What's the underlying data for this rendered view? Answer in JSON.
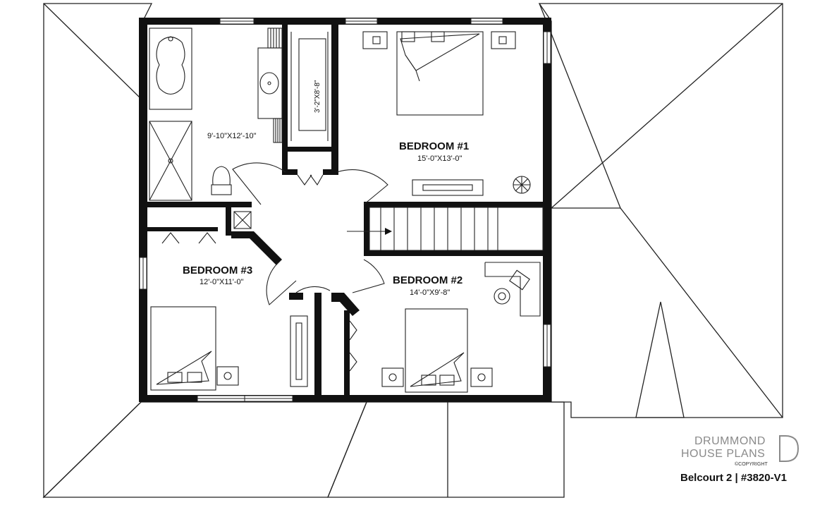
{
  "rooms": {
    "bath": {
      "dims": "9'-10\"X12'-10\""
    },
    "closet": {
      "dims": "3'-2\"X8'-8\""
    },
    "bedroom1": {
      "name": "BEDROOM #1",
      "dims": "15'-0\"X13'-0\""
    },
    "bedroom2": {
      "name": "BEDROOM #2",
      "dims": "14'-0\"X9'-8\""
    },
    "bedroom3": {
      "name": "BEDROOM #3",
      "dims": "12'-0\"X11'-0\""
    }
  },
  "brand": {
    "line1": "DRUMMOND",
    "line2": "HOUSE PLANS",
    "copyright": "©COPYRIGHT"
  },
  "caption": "Belcourt 2 | #3820-V1"
}
